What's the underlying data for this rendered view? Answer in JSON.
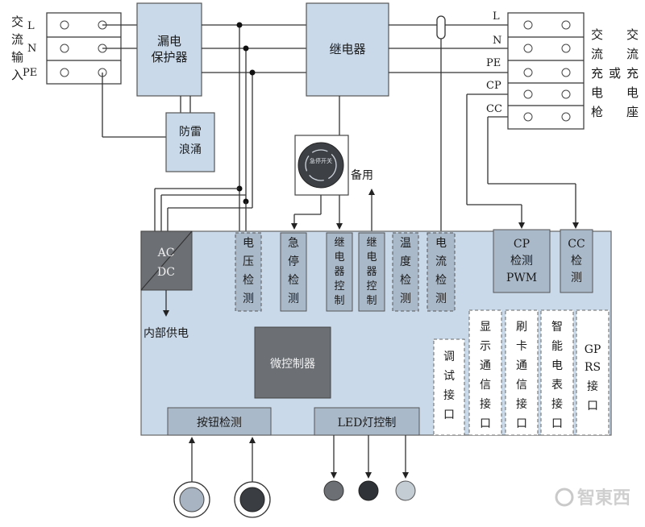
{
  "ac_input": {
    "label_chars": [
      "交",
      "流",
      "输",
      "入"
    ],
    "terminals": [
      "L",
      "N",
      "PE"
    ]
  },
  "leakage_protector": {
    "lines": [
      "漏电",
      "保护器"
    ]
  },
  "surge_protector": {
    "lines": [
      "防雷",
      "浪涌"
    ]
  },
  "relay": {
    "label": "继电器"
  },
  "emergency_button": {
    "caption": "急停开关"
  },
  "spare": {
    "label": "备用"
  },
  "output_terminals": [
    "L",
    "N",
    "PE",
    "CP",
    "CC"
  ],
  "output_label": {
    "col1": [
      "交",
      "流",
      "充",
      "电",
      "枪"
    ],
    "or": "或",
    "col2": [
      "交",
      "流",
      "充",
      "电",
      "座"
    ]
  },
  "acdc": {
    "lines": [
      "AC",
      "DC"
    ]
  },
  "internal_supply": "内部供电",
  "modules": [
    {
      "id": "voltage",
      "chars": [
        "电",
        "压",
        "检",
        "测"
      ]
    },
    {
      "id": "estop",
      "chars": [
        "急",
        "停",
        "检",
        "测"
      ]
    },
    {
      "id": "relay-control-1",
      "chars": [
        "继",
        "电",
        "器",
        "控",
        "制"
      ]
    },
    {
      "id": "relay-control-2",
      "chars": [
        "继",
        "电",
        "器",
        "控",
        "制"
      ]
    },
    {
      "id": "temperature",
      "chars": [
        "温",
        "度",
        "检",
        "测"
      ]
    },
    {
      "id": "current",
      "chars": [
        "电",
        "流",
        "检",
        "测"
      ]
    }
  ],
  "cp_detect": {
    "lines": [
      "CP",
      "检测",
      "PWM"
    ]
  },
  "cc_detect": {
    "lines": [
      "CC",
      "检",
      "测"
    ]
  },
  "mcu": "微控制器",
  "button_detect": "按钮检测",
  "led_control": "LED灯控制",
  "interfaces": [
    {
      "id": "debug",
      "chars": [
        "调",
        "试",
        "接",
        "口"
      ]
    },
    {
      "id": "display-comm",
      "chars": [
        "显",
        "示",
        "通",
        "信",
        "接",
        "口"
      ]
    },
    {
      "id": "card-comm",
      "chars": [
        "刷",
        "卡",
        "通",
        "信",
        "接",
        "口"
      ]
    },
    {
      "id": "smart-meter",
      "chars": [
        "智",
        "能",
        "电",
        "表",
        "接",
        "口"
      ]
    },
    {
      "id": "gprs",
      "chars": [
        "GP",
        "RS",
        "接",
        "口"
      ]
    }
  ],
  "watermark": "智東西",
  "colors": {
    "box_fill": "#c9d9ea",
    "module_fill": "#aab9c9",
    "dark_fill": "#6c7075",
    "line": "#333333",
    "button_light": "#a8b4c2",
    "button_dark": "#3a3d42"
  }
}
